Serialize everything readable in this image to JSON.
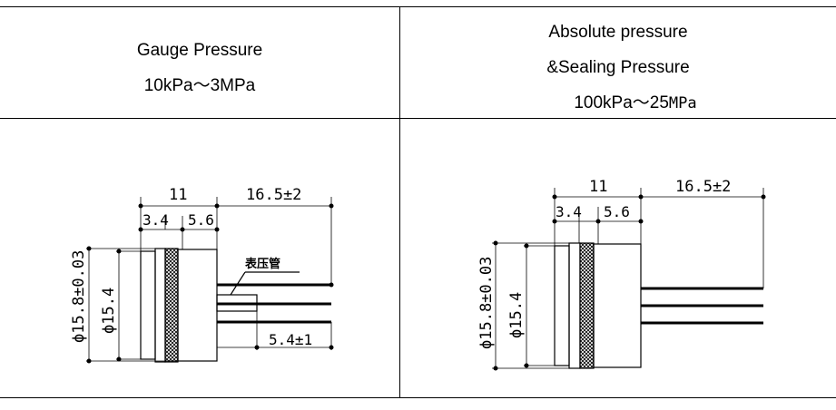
{
  "columns": [
    {
      "title_line1": "Gauge Pressure",
      "range_a": "10kPa～3MPa",
      "drawing": {
        "dim_total": "11",
        "dim_right": "16.5±2",
        "dim_a": "3.4",
        "dim_b": "5.6",
        "dim_outer": "ϕ15.8±0.03",
        "dim_inner": "ϕ15.4",
        "tube_label": "表压管",
        "dim_tube": "5.4±1"
      }
    },
    {
      "title_line1": "Absolute pressure",
      "title_line2": "&Sealing Pressure",
      "range_a": "100kPa～25",
      "range_b": "MPa",
      "drawing": {
        "dim_total": "11",
        "dim_right": "16.5±2",
        "dim_a": "3.4",
        "dim_b": "5.6",
        "dim_outer": "ϕ15.8±0.03",
        "dim_inner": "ϕ15.4"
      }
    }
  ]
}
